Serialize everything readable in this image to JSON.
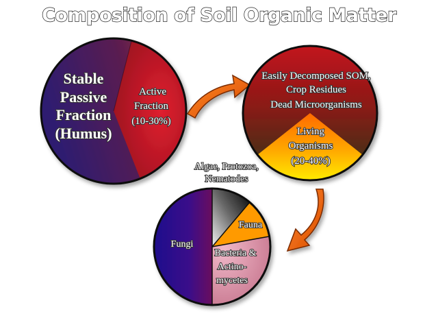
{
  "title": "Composition of Soil Organic Matter",
  "circle1": {
    "stable_lines": [
      "Stable",
      "Passive",
      "Fraction",
      "(Humus)"
    ],
    "active_lines": [
      "Active",
      "Fraction",
      "(10-30%)"
    ]
  },
  "circle2": {
    "decomposed_lines": [
      "Easily Decomposed SOM,",
      "Crop Residues",
      "Dead Microorganisms"
    ],
    "living_lines": [
      "Living",
      "Organisms",
      "(20-40%)"
    ]
  },
  "circle3": {
    "algae_lines": [
      "Algae, Protozoa,",
      "Nematodes"
    ],
    "fauna": "Fauna",
    "fungi": "Fungi",
    "bacteria_lines": [
      "Bacteria &",
      "Actino-",
      "mycetes"
    ]
  },
  "colors": {
    "stable_start": "#3a1a6a",
    "stable_end": "#8a2438",
    "active": "#d0182a",
    "decomposed_top": "#b01018",
    "decomposed_bottom": "#3f3a12",
    "living_top": "#ff8c00",
    "living_bottom": "#ffe000",
    "fungi_left": "#2a0a8a",
    "fungi_right": "#5a0a5a",
    "algae_dark": "#111111",
    "algae_light": "#d8d8d8",
    "fauna": "#ff9a00",
    "bacteria": "#d98aa2",
    "arrow": "#ee6a10"
  },
  "icons": {
    "arrow1": "curved-arrow-right-icon",
    "arrow2": "curved-arrow-down-icon"
  }
}
